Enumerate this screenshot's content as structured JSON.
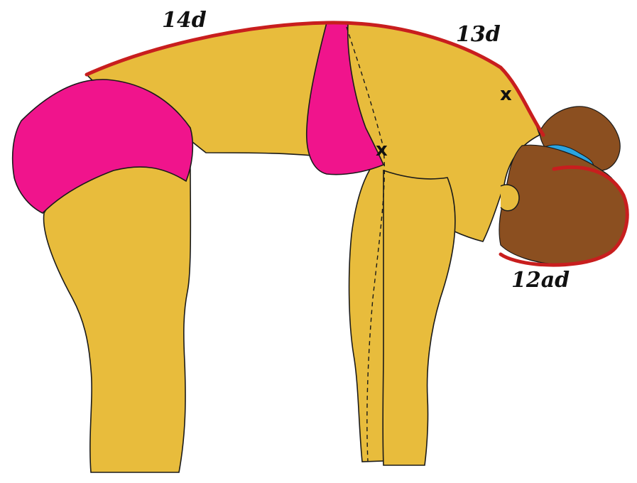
{
  "labels": {
    "line_14d": "14d",
    "line_13d": "13d",
    "line_12ad": "12ad"
  },
  "markers": {
    "symbol": "x"
  },
  "colors": {
    "skin": "#E8BC3C",
    "swimsuit": "#F0148C",
    "hair": "#8B4F20",
    "hair_tie": "#2AA4E0",
    "line": "#C81E1E",
    "outline": "#1a1a1a",
    "background": "#ffffff"
  }
}
